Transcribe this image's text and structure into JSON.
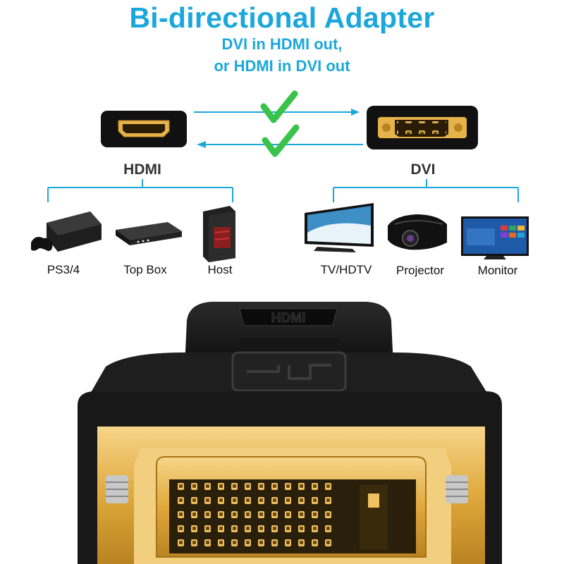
{
  "header": {
    "title": "Bi-directional Adapter",
    "subtitle_line1": "DVI in HDMI out,",
    "subtitle_line2": "or HDMI in DVI out"
  },
  "ports": {
    "left_label": "HDMI",
    "right_label": "DVI"
  },
  "devices": {
    "hdmi": [
      {
        "label": "PS3/4",
        "icon": "game-console-icon"
      },
      {
        "label": "Top Box",
        "icon": "set-top-box-icon"
      },
      {
        "label": "Host",
        "icon": "pc-tower-icon"
      }
    ],
    "dvi": [
      {
        "label": "TV/HDTV",
        "icon": "tv-icon"
      },
      {
        "label": "Projector",
        "icon": "projector-icon"
      },
      {
        "label": "Monitor",
        "icon": "monitor-icon"
      }
    ]
  },
  "adapter": {
    "embossed_text": "HDMI"
  },
  "colors": {
    "accent_blue": "#1ca7dc",
    "check_green": "#39c34a",
    "gold": "#e6b24a",
    "black_body": "#1b1b1b"
  }
}
